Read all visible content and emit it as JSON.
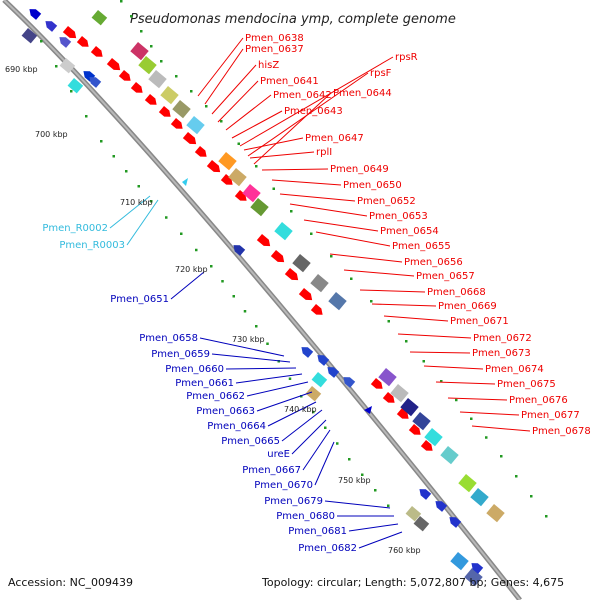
{
  "title": "Pseudomonas mendocina ymp, complete genome",
  "footer": {
    "accession": "Accession: NC_009439",
    "topology": "Topology: circular; Length: 5,072,807 bp; Genes: 4,675"
  },
  "colors": {
    "forward_genes": "#ff0000",
    "reverse_genes": "#0000cc",
    "rna_genes": "#33ccee",
    "backbone": "#999999",
    "ticks": "#229922"
  },
  "scale_labels": [
    "690 kbp",
    "700 kbp",
    "710 kbp",
    "720 kbp",
    "730 kbp",
    "740 kbp",
    "750 kbp",
    "760 kbp"
  ],
  "labels_forward": [
    "Pmen_0638",
    "Pmen_0637",
    "hisZ",
    "Pmen_0641",
    "Pmen_0642",
    "Pmen_0643",
    "Pmen_0647",
    "rplI",
    "Pmen_0649",
    "Pmen_0650",
    "Pmen_0652",
    "Pmen_0653",
    "Pmen_0654",
    "Pmen_0655",
    "Pmen_0656",
    "Pmen_0657",
    "Pmen_0668",
    "Pmen_0669",
    "Pmen_0671",
    "Pmen_0672",
    "Pmen_0673",
    "Pmen_0674",
    "Pmen_0675",
    "Pmen_0676",
    "Pmen_0677",
    "Pmen_0678"
  ],
  "labels_top_right": [
    "rpsR",
    "rpsF",
    "Pmen_0644"
  ],
  "labels_rna": [
    "Pmen_R0002",
    "Pmen_R0003"
  ],
  "labels_reverse": [
    "Pmen_0651",
    "Pmen_0658",
    "Pmen_0659",
    "Pmen_0660",
    "Pmen_0661",
    "Pmen_0662",
    "Pmen_0663",
    "Pmen_0664",
    "Pmen_0665",
    "ureE",
    "Pmen_0667",
    "Pmen_0670",
    "Pmen_0679",
    "Pmen_0680",
    "Pmen_0681",
    "Pmen_0682"
  ]
}
